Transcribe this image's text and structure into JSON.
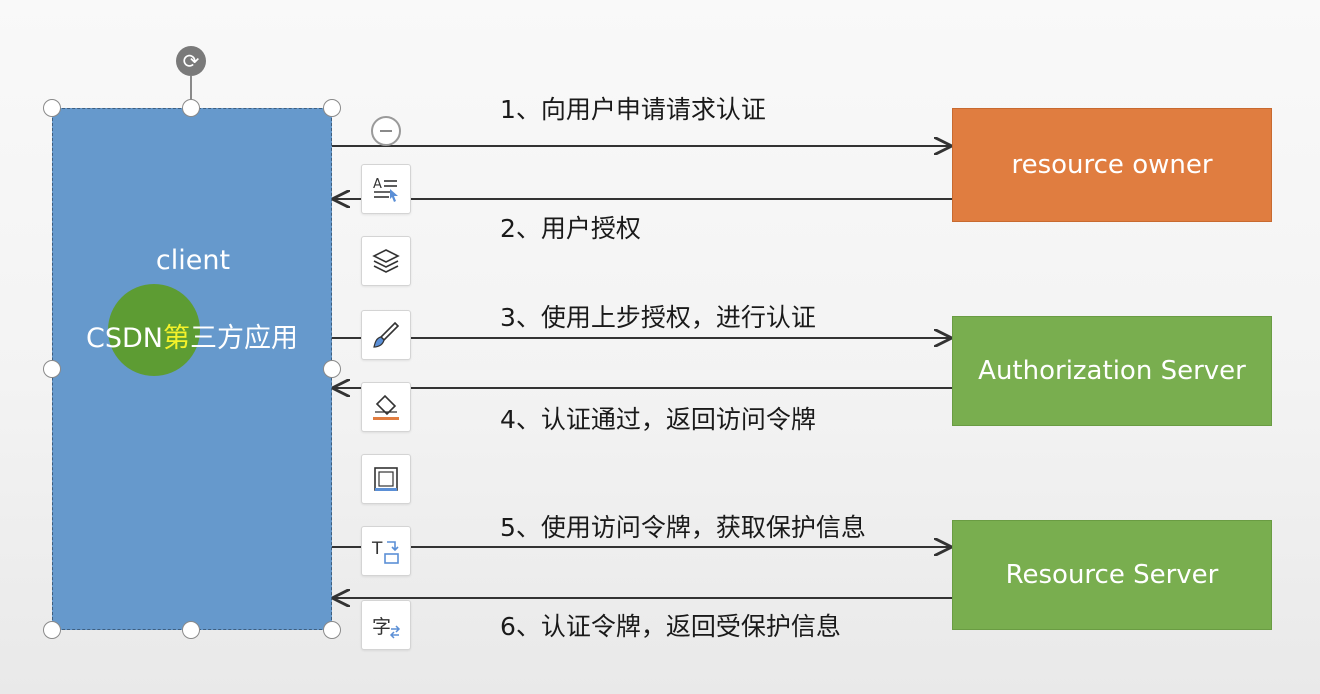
{
  "client": {
    "title": "client",
    "subtitle_pre": "CSDN",
    "subtitle_hl": "第",
    "subtitle_post": "三方应用"
  },
  "boxes": {
    "resource_owner": "resource owner",
    "authorization_server": "Authorization Server",
    "resource_server": "Resource Server"
  },
  "steps": [
    {
      "label": "1、向用户申请请求认证",
      "direction": "to-right"
    },
    {
      "label": "2、用户授权",
      "direction": "to-left"
    },
    {
      "label": "3、使用上步授权，进行认证",
      "direction": "to-right"
    },
    {
      "label": "4、认证通过，返回访问令牌",
      "direction": "to-left"
    },
    {
      "label": "5、使用访问令牌，获取保护信息",
      "direction": "to-right"
    },
    {
      "label": "6、认证令牌，返回受保护信息",
      "direction": "to-left"
    }
  ],
  "toolbar": {
    "icons": [
      "text-style-icon",
      "layers-icon",
      "brush-icon",
      "fill-icon",
      "border-icon",
      "text-box-icon",
      "font-convert-icon"
    ]
  },
  "colors": {
    "client": "#6699cc",
    "resource_owner": "#e07d40",
    "server": "#79ae4f",
    "highlight": "#f4f22a"
  }
}
